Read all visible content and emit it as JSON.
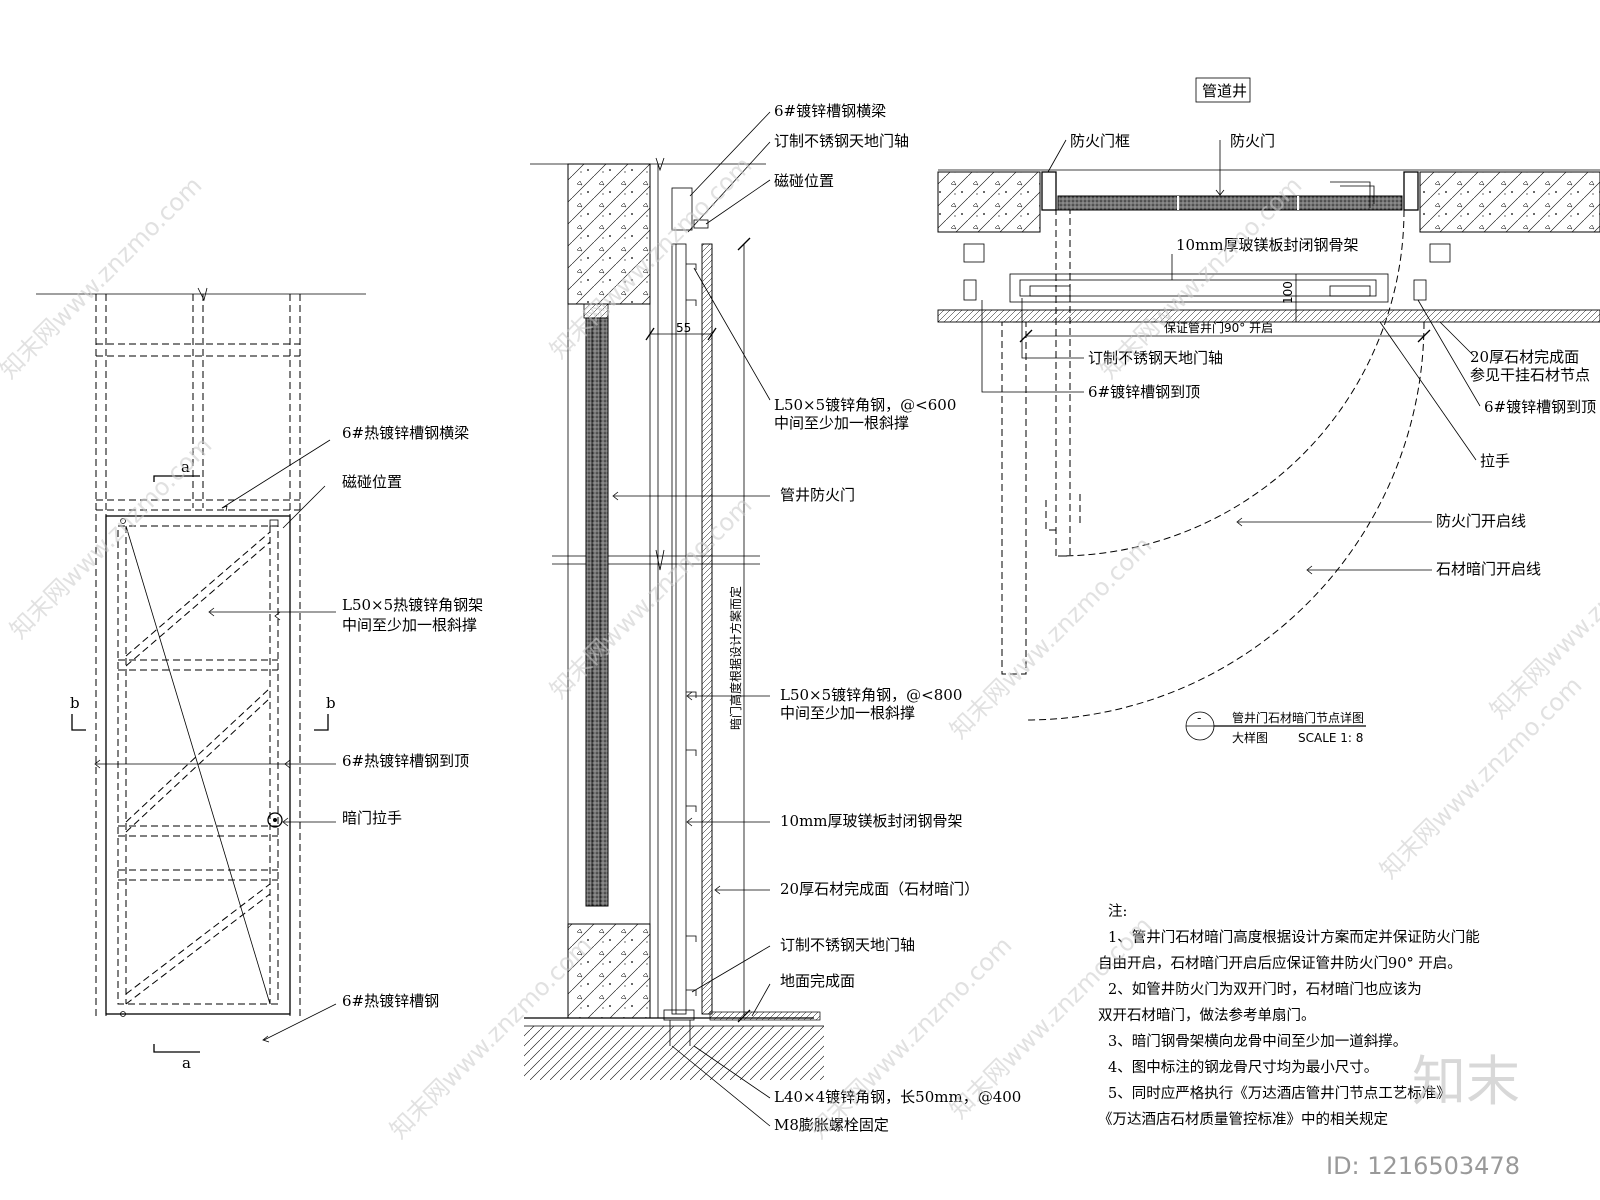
{
  "elevation": {
    "labels": {
      "beam": "6#热镀锌槽钢横梁",
      "magnet": "磁碰位置",
      "frame": "L50×5热镀锌角钢架",
      "frame2": "中间至少加一根斜撑",
      "channel_top": "6#热镀锌槽钢到顶",
      "handle": "暗门拉手",
      "channel": "6#热镀锌槽钢"
    },
    "section_marks": {
      "a": "a",
      "b": "b"
    }
  },
  "section": {
    "labels": {
      "beam": "6#镀锌槽钢横梁",
      "pivot_top": "订制不锈钢天地门轴",
      "magnet": "磁碰位置",
      "angle600": "L50×5镀锌角钢，@<600",
      "angle600_2": "中间至少加一根斜撑",
      "fire_door": "管井防火门",
      "angle800": "L50×5镀锌角钢，@<800",
      "angle800_2": "中间至少加一根斜撑",
      "mgo_board": "10mm厚玻镁板封闭钢骨架",
      "stone_face": "20厚石材完成面（石材暗门）",
      "pivot_bottom": "订制不锈钢天地门轴",
      "floor": "地面完成面",
      "angle40": "L40×4镀锌角钢，长50mm，@400",
      "bolt": "M8膨胀螺栓固定",
      "vertical_note": "暗门高度根据设计方案而定",
      "dim55": "55"
    }
  },
  "plan": {
    "title_box": "管道井",
    "labels": {
      "fire_frame": "防火门框",
      "fire_door": "防火门",
      "mgo_board": "10mm厚玻镁板封闭钢骨架",
      "dim100": "100",
      "open90": "保证管井门90° 开启",
      "pivot": "订制不锈钢天地门轴",
      "channel_left": "6#镀锌槽钢到顶",
      "stone": "20厚石材完成面",
      "stone2": "参见干挂石材节点",
      "channel_right": "6#镀锌槽钢到顶",
      "handle": "拉手",
      "fire_swing": "防火门开启线",
      "stone_swing": "石材暗门开启线"
    },
    "titleblock": {
      "number": "-",
      "name": "管井门石材暗门节点详图",
      "sub": "大样图",
      "scale": "SCALE 1: 8"
    }
  },
  "notes": {
    "heading": "注:",
    "lines": [
      "1、管井门石材暗门高度根据设计方案而定并保证防火门能",
      "自由开启，石材暗门开启后应保证管井防火门90°  开启。",
      "2、如管井防火门为双开门时，石材暗门也应该为",
      "双开石材暗门，做法参考单扇门。",
      "3、暗门钢骨架横向龙骨中间至少加一道斜撑。",
      "4、图中标注的钢龙骨尺寸均为最小尺寸。",
      "5、同时应严格执行《万达酒店管井门节点工艺标准》",
      "《万达酒店石材质量管控标准》中的相关规定"
    ]
  },
  "watermark": {
    "text": "知末网www.znzmo.com",
    "brand": "知末",
    "id": "ID: 1216503478"
  }
}
